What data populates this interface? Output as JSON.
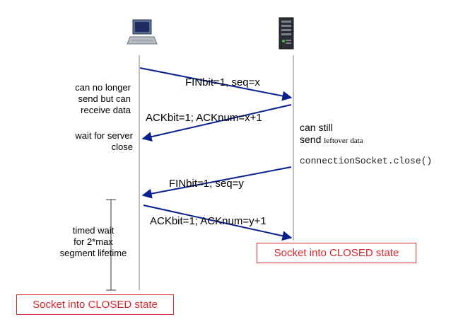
{
  "colors": {
    "arrow": "#0a1f8f",
    "state_border": "#d8262b",
    "state_text": "#d8262b",
    "timeline": "#808080"
  },
  "icons": {
    "client": "desktop-computer-icon",
    "server": "server-tower-icon"
  },
  "client_notes": {
    "line1": "can no longer",
    "line2": "send but can",
    "line3": "receive data",
    "wait_line1": "wait for server",
    "wait_line2": "close",
    "timed_line1": "timed wait",
    "timed_line2": "for 2*max",
    "timed_line3": "segment lifetime"
  },
  "server_notes": {
    "line1": "can still",
    "line2_main": "send",
    "line2_small": "leftover data",
    "close_call": "connectionSocket.close()"
  },
  "messages": {
    "fin_client": "FINbit=1, seq=x",
    "ack_server": "ACKbit=1; ACKnum=x+1",
    "fin_server": "FINbit=1, seq=y",
    "ack_client": "ACKbit=1; ACKnum=y+1"
  },
  "states": {
    "server_closed": "Socket into CLOSED state",
    "client_closed": "Socket into CLOSED state"
  }
}
